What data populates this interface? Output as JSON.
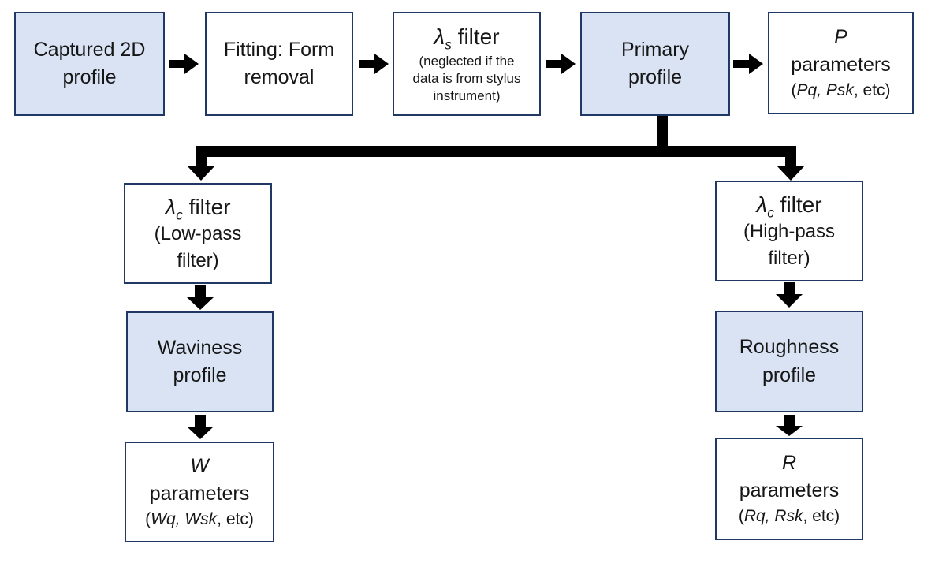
{
  "colors": {
    "fill_highlight": "#dae3f3",
    "fill_plain": "#ffffff",
    "border": "#1f3864",
    "arrow": "#000000",
    "text": "#161616"
  },
  "nodes": {
    "captured": {
      "text": "Captured 2D\nprofile"
    },
    "fitting": {
      "text": "Fitting: Form\nremoval"
    },
    "lambda_s": {
      "lambda": "λ",
      "sub": "s",
      "rest": " filter",
      "note": "(neglected if the\ndata is from stylus\ninstrument)"
    },
    "primary": {
      "text": "Primary\nprofile"
    },
    "p_params": {
      "letter": "P",
      "word": "parameters",
      "open": "(",
      "it1": "Pq, ",
      "it2": "Psk",
      "tail": ", etc)"
    },
    "lambda_c_low": {
      "lambda": "λ",
      "sub": "c",
      "rest": " filter",
      "note": "(Low-pass\nfilter)"
    },
    "waviness": {
      "text": "Waviness\nprofile"
    },
    "w_params": {
      "letter": "W",
      "word": "parameters",
      "open": "(",
      "it1": "Wq, ",
      "it2": "Wsk",
      "tail": ", etc)"
    },
    "lambda_c_high": {
      "lambda": "λ",
      "sub": "c",
      "rest": " filter",
      "note": "(High-pass\nfilter)"
    },
    "roughness": {
      "text": "Roughness\nprofile"
    },
    "r_params": {
      "letter": "R",
      "word": "parameters",
      "open": "(",
      "it1": "Rq, ",
      "it2": "Rsk",
      "tail": ", etc)"
    }
  }
}
